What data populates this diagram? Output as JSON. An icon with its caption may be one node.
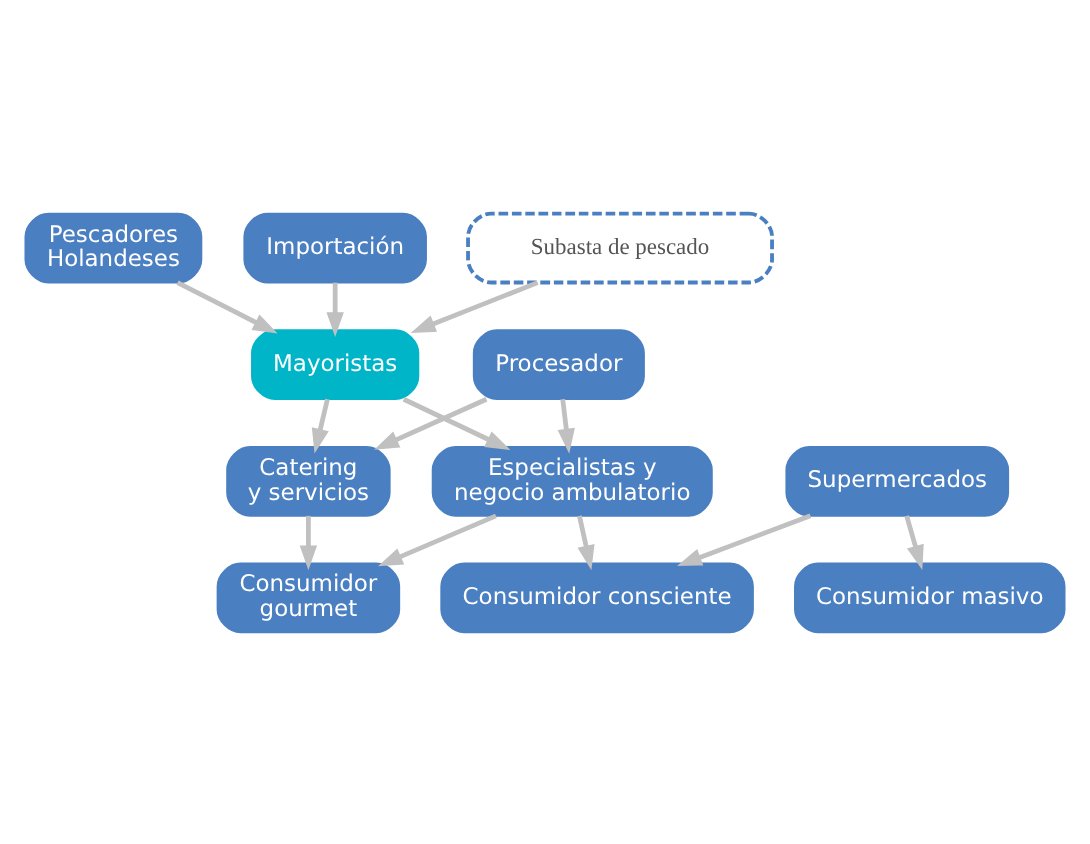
{
  "diagram": {
    "nodes": [
      {
        "text": [
          "Pescadores Holandeses"
        ]
      },
      {
        "text": [
          "Importación"
        ]
      },
      {
        "text": [
          "Subasta de pescado"
        ]
      },
      {
        "text": [
          "Mayoristas"
        ]
      },
      {
        "text": [
          "Procesador"
        ]
      },
      {
        "text": [
          "Catering y servicios"
        ]
      },
      {
        "text": [
          "Especialistas y negocio ambulatorio"
        ]
      },
      {
        "text": [
          "Supermercados"
        ]
      },
      {
        "text": [
          "Consumidor gourmet"
        ]
      },
      {
        "text": [
          "Consumidor consciente"
        ]
      },
      {
        "text": [
          "Consumidor masivo"
        ]
      }
    ],
    "edges": [
      {
        "from": 0,
        "to": 3,
        "arrow": "to"
      },
      {
        "from": 1,
        "to": 3,
        "arrow": "to"
      },
      {
        "from": 2,
        "to": 3,
        "arrow": "to"
      },
      {
        "from": 3,
        "to": 5,
        "arrow": "to"
      },
      {
        "from": 3,
        "to": 6,
        "arrow": "to"
      },
      {
        "from": 4,
        "to": 5,
        "arrow": "to"
      },
      {
        "from": 4,
        "to": 6,
        "arrow": "to"
      },
      {
        "from": 5,
        "to": 8,
        "arrow": "to"
      },
      {
        "from": 6,
        "to": 8,
        "arrow": "to"
      },
      {
        "from": 6,
        "to": 9,
        "arrow": "to"
      },
      {
        "from": 7,
        "to": 9,
        "arrow": "to"
      },
      {
        "from": 7,
        "to": 10,
        "arrow": "to"
      }
    ]
  }
}
